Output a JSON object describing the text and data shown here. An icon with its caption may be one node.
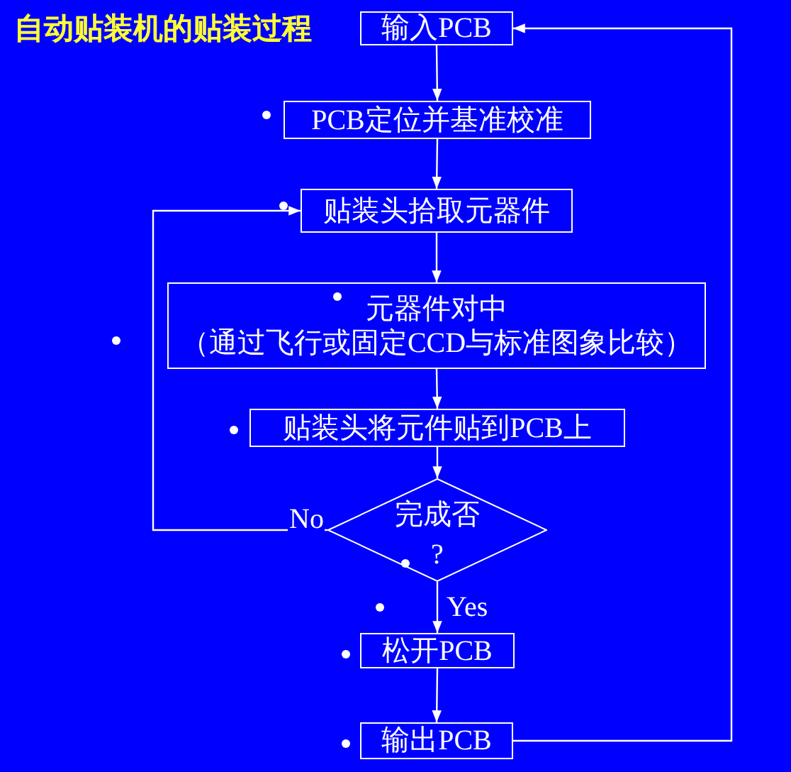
{
  "diagram": {
    "title": "自动贴装机的贴装过程",
    "nodes": [
      {
        "text": [
          "输入PCB"
        ]
      },
      {
        "text": [
          "PCB定位并基准校准"
        ]
      },
      {
        "text": [
          "贴装头拾取元器件"
        ]
      },
      {
        "text": [
          "元器件对中",
          "（通过飞行或固定CCD与标准图象比较）"
        ]
      },
      {
        "text": [
          "贴装头将元件贴到PCB上"
        ]
      },
      {
        "text": [
          "完成否 ?"
        ]
      },
      {
        "text": [
          "松开PCB"
        ]
      },
      {
        "text": [
          "输出PCB"
        ]
      }
    ],
    "edges": [
      {
        "from": 0,
        "to": 1,
        "arrow": "to"
      },
      {
        "from": 1,
        "to": 2,
        "arrow": "to"
      },
      {
        "from": 2,
        "to": 3,
        "arrow": "to"
      },
      {
        "from": 3,
        "to": 4,
        "arrow": "to"
      },
      {
        "from": 4,
        "to": 5,
        "arrow": "to"
      },
      {
        "from": 5,
        "to": 6,
        "arrow": "to",
        "label": "Yes"
      },
      {
        "from": 6,
        "to": 7,
        "arrow": "to"
      },
      {
        "from": 5,
        "to": 2,
        "arrow": "to",
        "label": "No"
      },
      {
        "from": 7,
        "to": 0,
        "arrow": "to"
      }
    ]
  }
}
